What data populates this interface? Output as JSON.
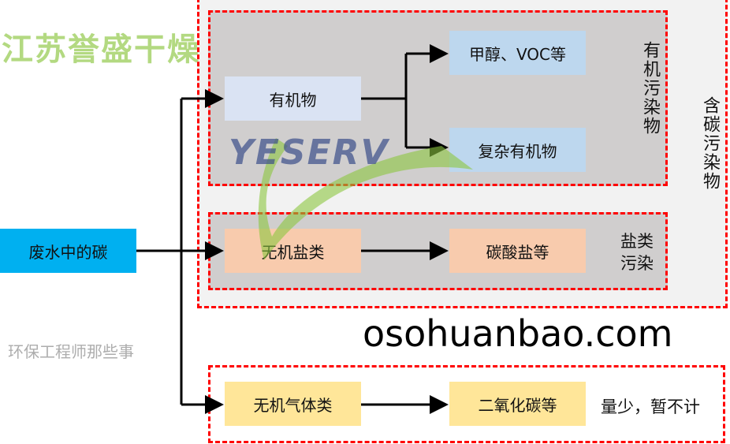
{
  "source": "废水中的碳",
  "organic": {
    "label": "有机物",
    "children": [
      "甲醇、VOC等",
      "复杂有机物"
    ],
    "group_label": "有机污染物"
  },
  "salt": {
    "label": "无机盐类",
    "child": "碳酸盐等",
    "group_label_lines": [
      "盐类",
      "污染"
    ]
  },
  "gas": {
    "label": "无机气体类",
    "child": "二氧化碳等",
    "note": "量少，暂不计"
  },
  "outer_label": "含碳污染物",
  "watermarks": {
    "logo_text": "YESERV",
    "company": "江苏誉盛干燥",
    "site": "osohuanbao.com",
    "wechat": "环保工程师那些事"
  },
  "colors": {
    "source": "#00b0f0",
    "organic": "#dae3f3",
    "organic_child": "#bdd7ee",
    "salt": "#f8cbad",
    "gas": "#ffe699",
    "group_bg": "#d0cece",
    "outer_bg": "#f2f2f2",
    "dash": "#ff0000"
  }
}
